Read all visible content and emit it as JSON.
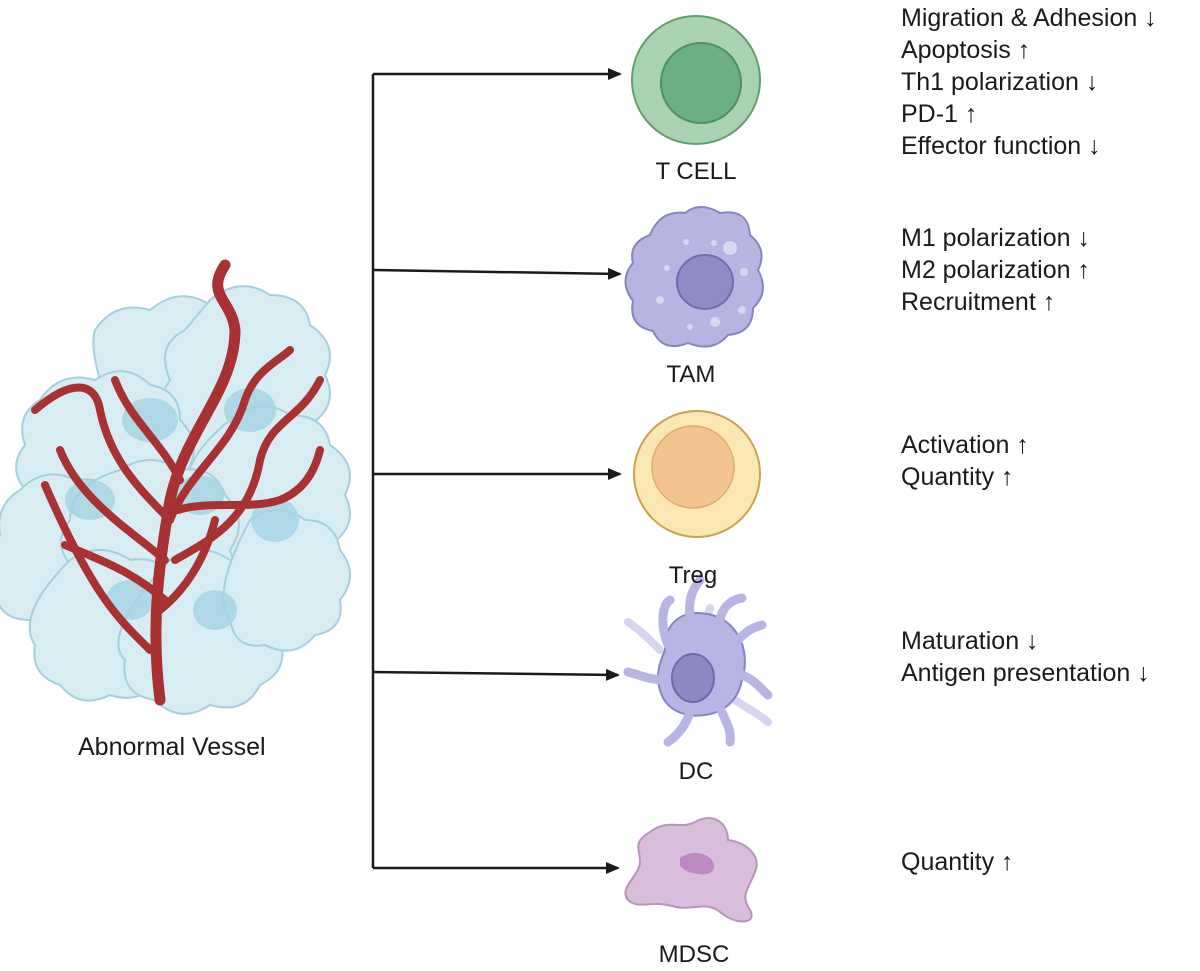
{
  "source_label": "Abnormal Vessel",
  "cells": [
    {
      "name": "T CELL",
      "effects": [
        "Migration & Adhesion ↓",
        "Apoptosis ↑",
        "Th1 polarization ↓",
        "PD-1 ↑",
        "Effector function ↓"
      ]
    },
    {
      "name": "TAM",
      "effects": [
        "M1 polarization ↓",
        "M2 polarization ↑",
        "Recruitment ↑"
      ]
    },
    {
      "name": "Treg",
      "effects": [
        "Activation ↑",
        "Quantity ↑"
      ]
    },
    {
      "name": "DC",
      "effects": [
        "Maturation ↓",
        "Antigen presentation ↓"
      ]
    },
    {
      "name": "MDSC",
      "effects": [
        "Quantity ↑"
      ]
    }
  ],
  "colors": {
    "vessel": "#a83232",
    "tumor": "#bfe0ea",
    "tcell_outer": "#a9d3b0",
    "tcell_inner": "#6caf84",
    "tam": "#b7b4e2",
    "tam_nucleus": "#8f8bc4",
    "treg_outer": "#fbe7b3",
    "treg_inner": "#f3c48e",
    "dc": "#b8b4e4",
    "dc_nucleus": "#8c88c2",
    "mdsc": "#d9bedb",
    "mdsc_nucleus": "#bb8bbf"
  }
}
